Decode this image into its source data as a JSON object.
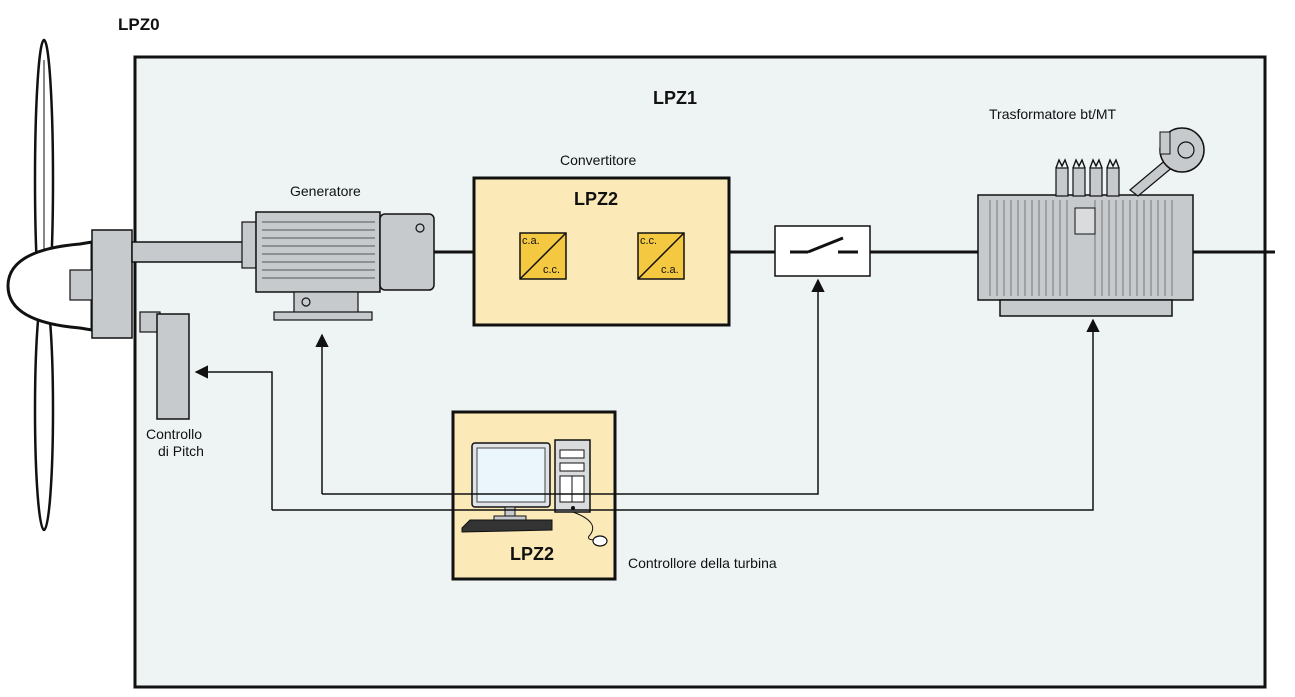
{
  "zones": {
    "outer": "LPZ0",
    "inner": "LPZ1",
    "converter_zone": "LPZ2",
    "controller_zone": "LPZ2"
  },
  "components": {
    "generator": "Generatore",
    "converter": "Convertitore",
    "transformer": "Trasformatore bt/MT",
    "pitch_line1": "Controllo",
    "pitch_line2": "di Pitch",
    "controller": "Controllore della turbina"
  },
  "converter_blocks": {
    "rectifier_top": "c.a.",
    "rectifier_bottom": "c.c.",
    "inverter_top": "c.c.",
    "inverter_bottom": "c.a."
  },
  "colors": {
    "zone_lpz1_fill": "#eef4f4",
    "zone_lpz2_fill": "#fbeab8",
    "block_fill": "#f5c842",
    "machine_fill": "#c7cacd",
    "outline": "#111111"
  }
}
